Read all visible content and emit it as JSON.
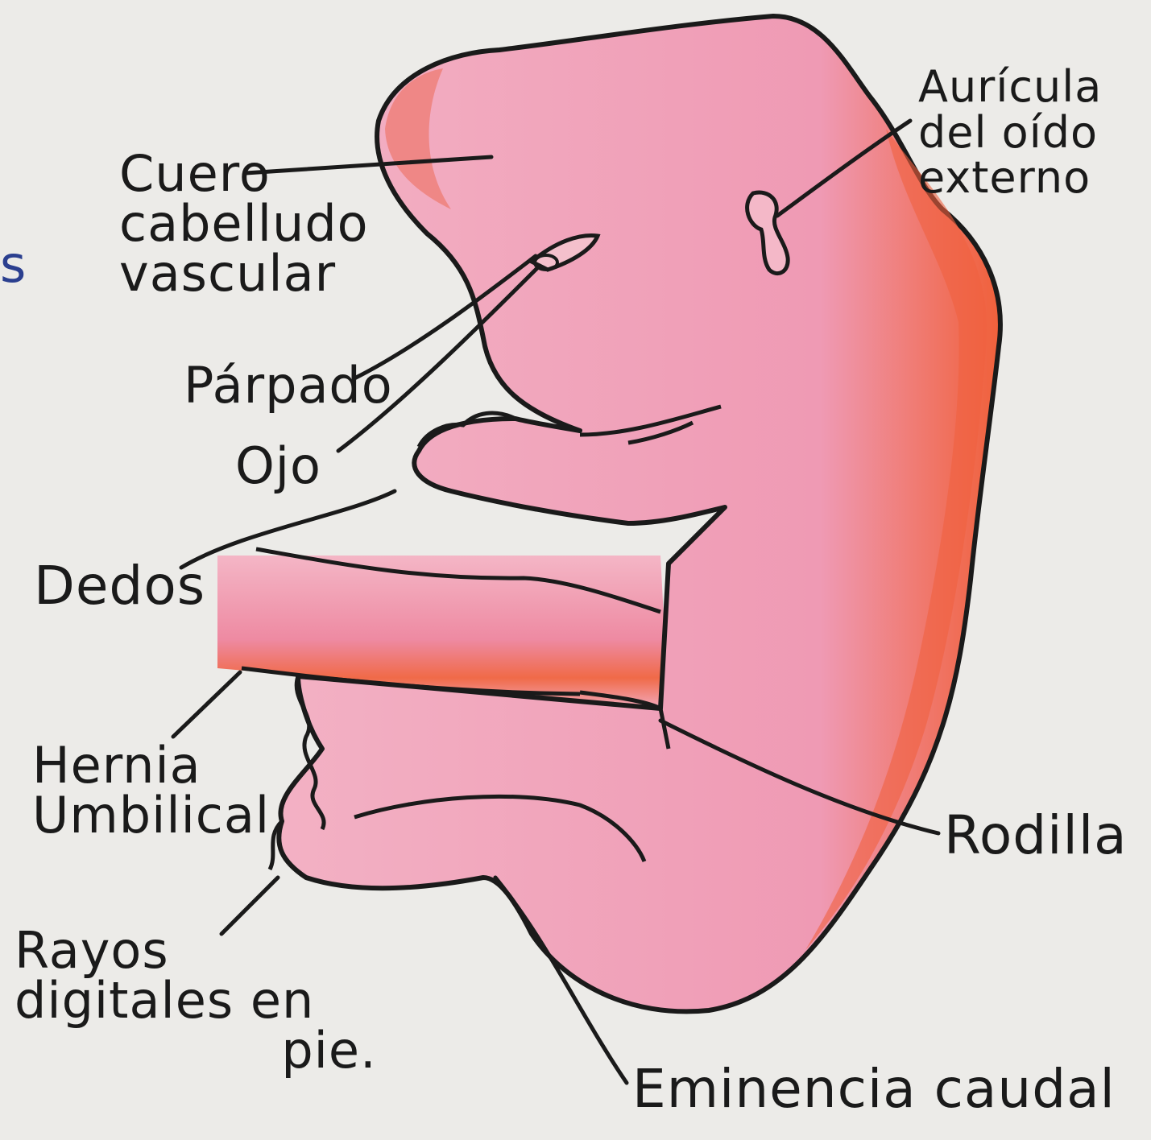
{
  "labels": {
    "cuero": "Cuero\ncabelludo\nvascular",
    "parpado": "Párpado",
    "ojo": "Ojo",
    "dedos": "Dedos",
    "hernia": "Hernia\nUmbilical",
    "rayos": "Rayos\ndigitales en\n                pie.",
    "auricula": "Aurícula\ndel oído\nexterno",
    "rodilla": "Rodilla",
    "eminencia": "Eminencia caudal"
  },
  "fragment": "s",
  "colors": {
    "paper": "#ecebe8",
    "body_fill": "#f1a7bd",
    "body_shade": "#e8587a",
    "edge_orange": "#f0603a",
    "ink": "#1a1a1a",
    "blue_ink": "#2b3f8f"
  }
}
